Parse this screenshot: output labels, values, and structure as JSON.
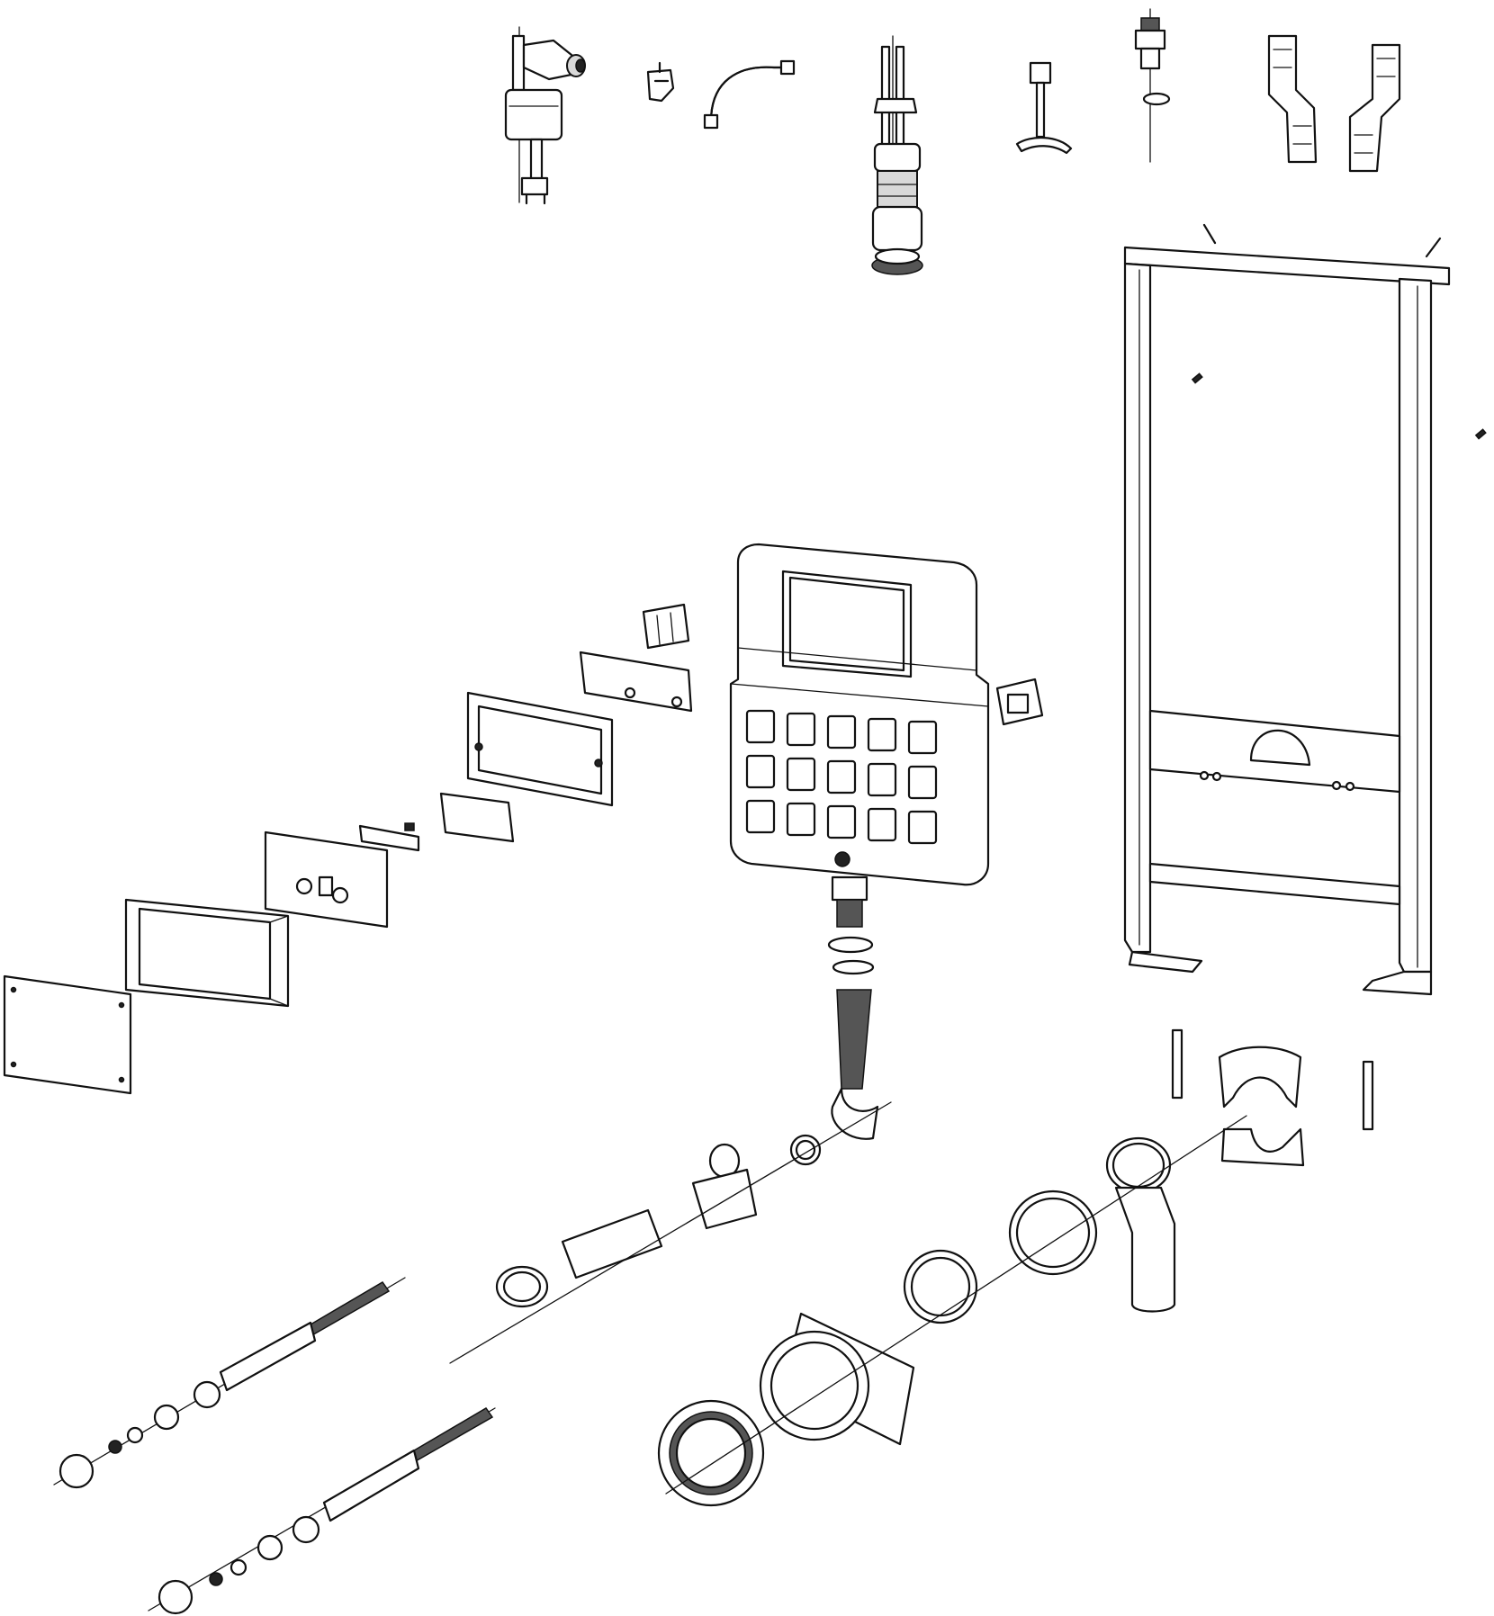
{
  "diagram": {
    "style": "exploded-view line drawing",
    "colors": {
      "background": "#ffffff",
      "line": "#111111",
      "fill_gray": "#d8d8d8"
    },
    "parts": [
      "fill-valve",
      "valve-clip",
      "flex-hose",
      "flush-valve",
      "push-rod",
      "inlet-connector",
      "wall-bracket-left",
      "wall-bracket-right",
      "mounting-frame",
      "cistern",
      "flush-plate",
      "actuator-box",
      "actuator-frame",
      "mounting-plate",
      "flush-pipe",
      "drain-bend",
      "pipe-clamp",
      "anchor-bolt",
      "threaded-rod"
    ]
  }
}
